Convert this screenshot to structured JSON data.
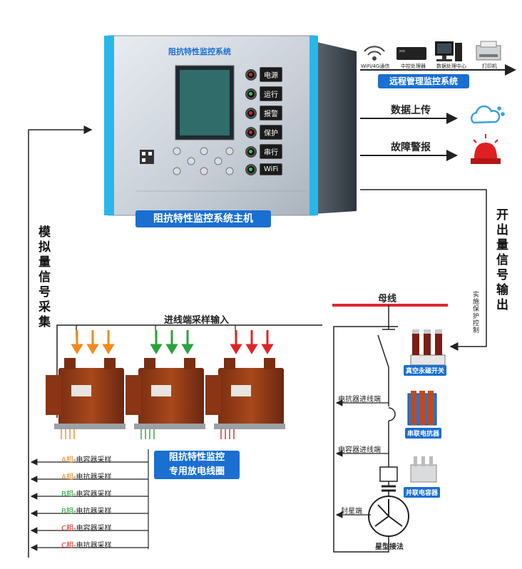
{
  "main_unit": {
    "top_title": "阻抗特性监控系统",
    "badge": "阻抗特性监控系统主机",
    "indicators": [
      {
        "label": "电源",
        "color": "red"
      },
      {
        "label": "运行",
        "color": "green"
      },
      {
        "label": "报警",
        "color": "red"
      },
      {
        "label": "保护",
        "color": "red"
      },
      {
        "label": "串行",
        "color": "green"
      },
      {
        "label": "WiFi",
        "color": "green"
      }
    ]
  },
  "remote": {
    "devices": [
      "WiFi/4G通信",
      "中控处理器",
      "数据处理中心",
      "打印机"
    ],
    "title": "远程管理监控系统"
  },
  "outputs": {
    "data_upload": "数据上传",
    "fault_alarm": "故障警报"
  },
  "left_vertical": "模拟量信号采集",
  "right_vertical": "开出量信号输出",
  "right_small_vertical": "实施保护控制",
  "busbar": "母线",
  "line_input": "进线端采样输入",
  "coil_badge_line1": "阻抗特性监控",
  "coil_badge_line2": "专用放电线圈",
  "reactor_inlet": "电抗器进线端",
  "capacitor_inlet": "电容器进线端",
  "seal_star": "封星端",
  "star_connection": "星型接法",
  "components": {
    "vacuum_switch": "真空永磁开关",
    "series_reactor": "串联电抗器",
    "shunt_capacitor": "并联电容器"
  },
  "samples": [
    {
      "phase": "A相",
      "rest": "-电容器采样",
      "color": "#f08a1c"
    },
    {
      "phase": "A相",
      "rest": "-电抗器采样",
      "color": "#f08a1c"
    },
    {
      "phase": "B相",
      "rest": "-电容器采样",
      "color": "#2aa33a"
    },
    {
      "phase": "B相",
      "rest": "-电抗器采样",
      "color": "#2aa33a"
    },
    {
      "phase": "C相",
      "rest": "-电容器采样",
      "color": "#e02424"
    },
    {
      "phase": "C相",
      "rest": "-电抗器采样",
      "color": "#e02424"
    }
  ],
  "colors": {
    "blue": "#1a6fd1",
    "orange": "#f08a1c",
    "green": "#2aa33a",
    "red": "#e02424"
  }
}
